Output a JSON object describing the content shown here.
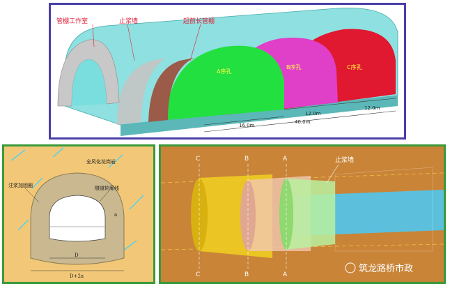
{
  "top": {
    "labels": {
      "pipe_shed_room": "管棚工作室",
      "grout_wall": "止浆墙",
      "advance_pipe_shed": "超前长管棚",
      "hole_a": "A序孔",
      "hole_b": "B序孔",
      "hole_c": "C序孔"
    },
    "dims": {
      "d1": "12.0m",
      "d2": "12.0m",
      "d3": "16.0m",
      "total": "40.0m"
    },
    "colors": {
      "a": "#22e040",
      "b": "#e040c8",
      "c": "#e01830",
      "shell": "#8fe0e0"
    }
  },
  "bottom_left": {
    "labels": {
      "rock": "全风化花岗岩",
      "grout_ring": "注浆加固圈",
      "tunnel_line": "隧道轮廓线",
      "d": "D",
      "d2a": "D+2a",
      "a": "a"
    }
  },
  "bottom_right": {
    "labels": {
      "c_top": "C",
      "b_top": "B",
      "a_top": "A",
      "c_bot": "C",
      "b_bot": "B",
      "a_bot": "A",
      "grout_wall": "止浆墙"
    },
    "watermark": "筑龙路桥市政"
  }
}
